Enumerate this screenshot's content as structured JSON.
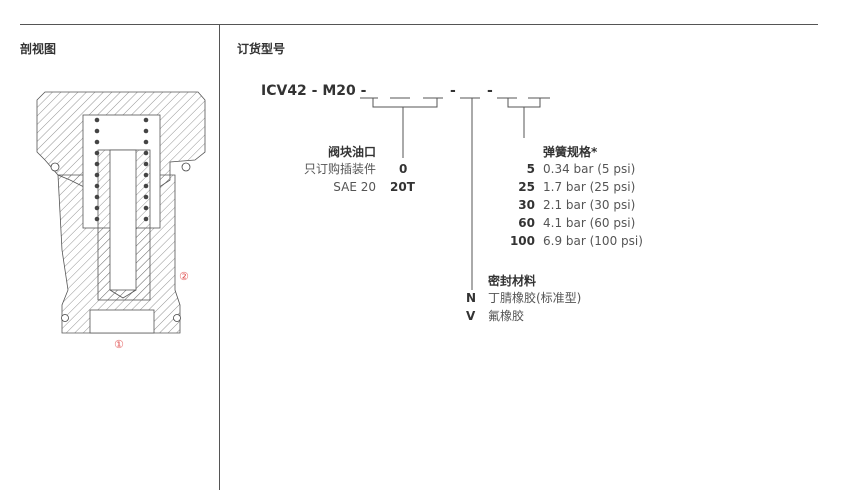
{
  "left_panel": {
    "heading": "剖视图",
    "callouts": [
      "①",
      "②"
    ]
  },
  "right_panel": {
    "heading": "订货型号",
    "model_prefix": "ICV42 - M20 -",
    "separators": [
      "-",
      "-"
    ],
    "port": {
      "title": "阀块油口",
      "options": [
        {
          "desc": "只订购插装件",
          "code": "0"
        },
        {
          "desc": "SAE 20",
          "code": "20T"
        }
      ]
    },
    "spring": {
      "title": "弹簧规格*",
      "options": [
        {
          "code": "5",
          "desc": "0.34 bar (5 psi)"
        },
        {
          "code": "25",
          "desc": "1.7 bar (25 psi)"
        },
        {
          "code": "30",
          "desc": "2.1 bar (30 psi)"
        },
        {
          "code": "60",
          "desc": "4.1 bar (60 psi)"
        },
        {
          "code": "100",
          "desc": "6.9 bar (100 psi)"
        }
      ]
    },
    "seal": {
      "title": "密封材料",
      "options": [
        {
          "code": "N",
          "desc": "丁腈橡胶(标准型)"
        },
        {
          "code": "V",
          "desc": "氟橡胶"
        }
      ]
    }
  },
  "colors": {
    "line": "#555555",
    "callout": "#e05050"
  }
}
